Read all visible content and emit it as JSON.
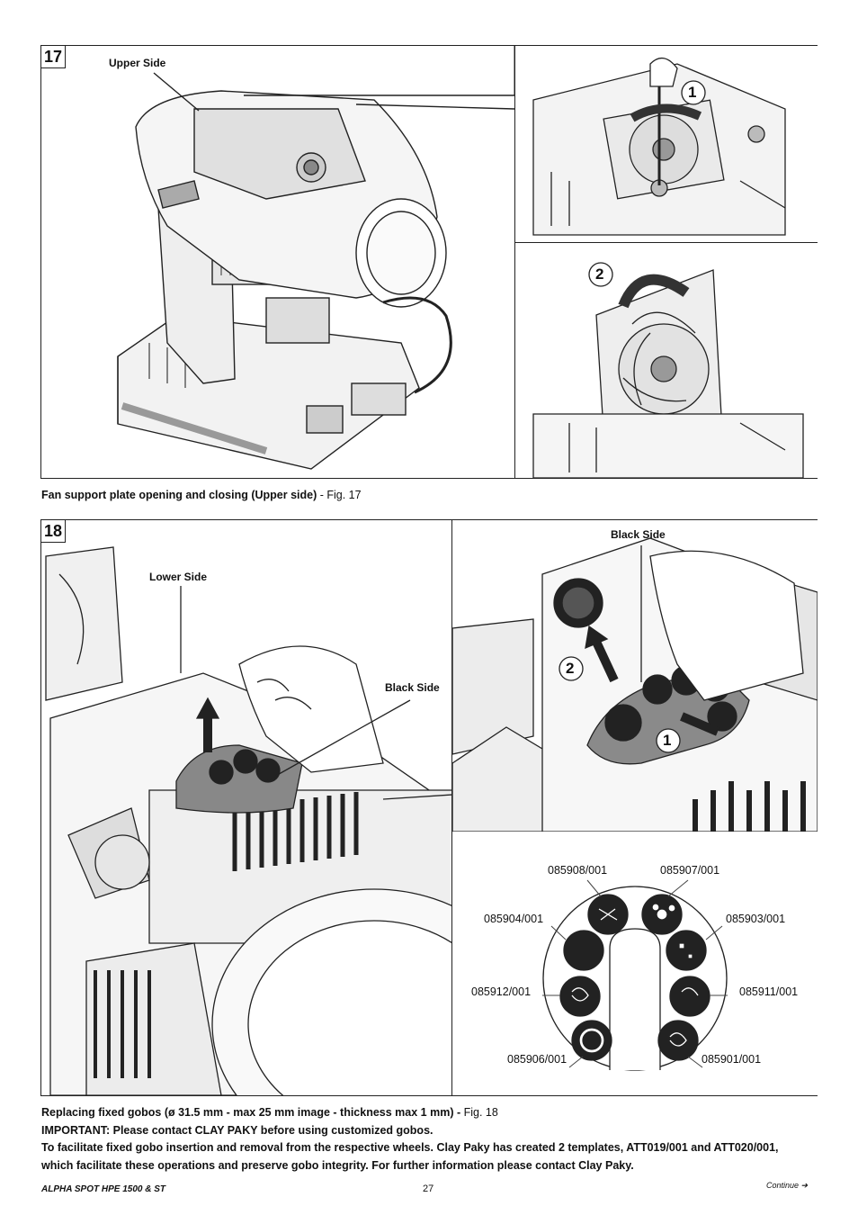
{
  "fig17": {
    "number": "17",
    "upper_side_label": "Upper Side",
    "step1": "1",
    "step2": "2",
    "caption_bold": "Fan support plate opening and closing (Upper side)",
    "caption_suffix": " - Fig. 17"
  },
  "fig18": {
    "number": "18",
    "lower_side_label": "Lower Side",
    "black_side_label_left": "Black Side",
    "black_side_label_right": "Black Side",
    "step1": "1",
    "step2": "2",
    "gobo_codes": {
      "top_left": "085908/001",
      "top_right": "085907/001",
      "mid_left": "085904/001",
      "mid_right": "085903/001",
      "low_left": "085912/001",
      "low_right": "085911/001",
      "bottom_left": "085906/001",
      "bottom_right": "085901/001"
    },
    "caption_line1_bold": "Replacing fixed gobos (ø 31.5 mm - max 25 mm image - thickness max 1 mm) -",
    "caption_line1_suffix": " Fig. 18",
    "caption_line2": "IMPORTANT: Please contact CLAY PAKY before using customized gobos.",
    "caption_line3": "To facilitate fixed gobo insertion and removal from the respective wheels. Clay Paky has created 2 templates, ATT019/001 and ATT020/001,",
    "caption_line4": "which facilitate these operations and preserve gobo integrity. For further information please contact Clay Paky."
  },
  "footer": {
    "title": "ALPHA SPOT HPE 1500 & ST",
    "page": "27",
    "continue_text": "Continue ➔"
  }
}
